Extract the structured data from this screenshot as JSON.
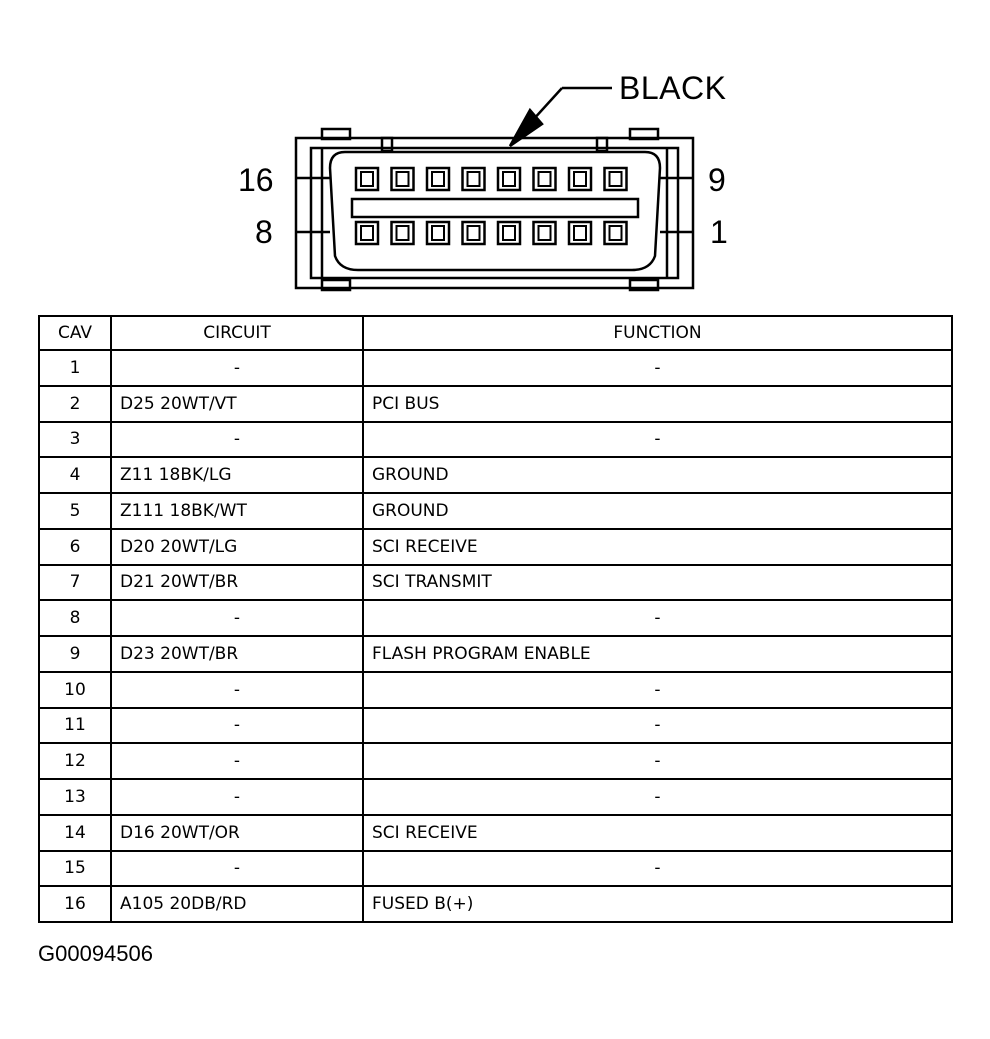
{
  "diagram": {
    "connector_color_label": "BLACK",
    "pin_labels": {
      "top_left": "16",
      "top_right": "9",
      "bottom_left": "8",
      "bottom_right": "1"
    },
    "pins_per_row": 8
  },
  "table": {
    "headers": [
      "CAV",
      "CIRCUIT",
      "FUNCTION"
    ],
    "rows": [
      {
        "cav": "1",
        "circuit": "-",
        "function": "-"
      },
      {
        "cav": "2",
        "circuit": "D25 20WT/VT",
        "function": "PCI BUS"
      },
      {
        "cav": "3",
        "circuit": "-",
        "function": "-"
      },
      {
        "cav": "4",
        "circuit": "Z11 18BK/LG",
        "function": "GROUND"
      },
      {
        "cav": "5",
        "circuit": "Z111 18BK/WT",
        "function": "GROUND"
      },
      {
        "cav": "6",
        "circuit": "D20 20WT/LG",
        "function": "SCI RECEIVE"
      },
      {
        "cav": "7",
        "circuit": "D21 20WT/BR",
        "function": "SCI TRANSMIT"
      },
      {
        "cav": "8",
        "circuit": "-",
        "function": "-"
      },
      {
        "cav": "9",
        "circuit": "D23 20WT/BR",
        "function": "FLASH PROGRAM ENABLE"
      },
      {
        "cav": "10",
        "circuit": "-",
        "function": "-"
      },
      {
        "cav": "11",
        "circuit": "-",
        "function": "-"
      },
      {
        "cav": "12",
        "circuit": "-",
        "function": "-"
      },
      {
        "cav": "13",
        "circuit": "-",
        "function": "-"
      },
      {
        "cav": "14",
        "circuit": "D16 20WT/OR",
        "function": "SCI RECEIVE"
      },
      {
        "cav": "15",
        "circuit": "-",
        "function": "-"
      },
      {
        "cav": "16",
        "circuit": "A105 20DB/RD",
        "function": "FUSED B(+)"
      }
    ]
  },
  "figure_id": "G00094506"
}
